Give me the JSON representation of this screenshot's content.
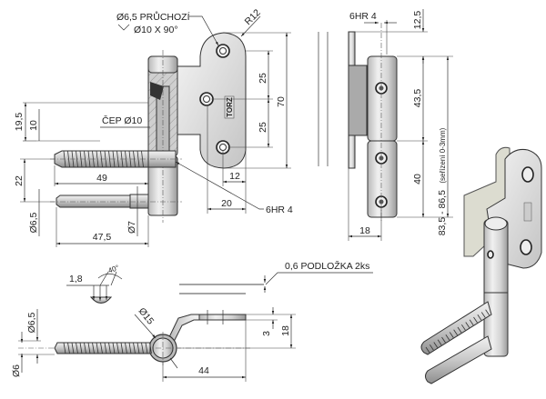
{
  "drawing": {
    "title": "Hinge technical drawing",
    "colors": {
      "metal_light": "#e6e6e6",
      "metal_dark": "#8a8a8a",
      "line": "#333333",
      "iso_plate": "#dcdcd0"
    },
    "front_view": {
      "hole_note": "Ø6,5 PRŮCHOZÍ",
      "countersink_note": "Ø10 X 90°",
      "radius": "R12",
      "pin_label": "ČEP Ø10",
      "dims": {
        "d_25_top": "25",
        "d_25_bottom": "25",
        "d_70": "70",
        "d_12": "12",
        "d_20": "20",
        "d_19_5": "19,5",
        "d_10": "10",
        "d_22": "22",
        "d_49": "49",
        "d_47_5": "47,5",
        "d_6_5": "Ø6,5",
        "d_7": "Ø7"
      },
      "hex_callout": "6HR 4",
      "logo": "TORZ"
    },
    "side_view": {
      "hex_label": "6HR 4",
      "dims": {
        "d_12_5": "12,5",
        "d_43_5": "43,5",
        "d_40": "40",
        "d_range": "83,5 - 86,5",
        "d_range_note": "(seřízení 0-3mm)",
        "d_18": "18"
      }
    },
    "top_view": {
      "washer_note": "0,6 PODLOŽKA 2ks",
      "thread_pitch": "1,8",
      "thread_angle": "40°",
      "dims": {
        "d_15": "Ø15",
        "d_6_5": "Ø6,5",
        "d_6": "Ø6",
        "d_3": "3",
        "d_18": "18",
        "d_44": "44",
        "d_0_6": "0,6"
      }
    }
  }
}
